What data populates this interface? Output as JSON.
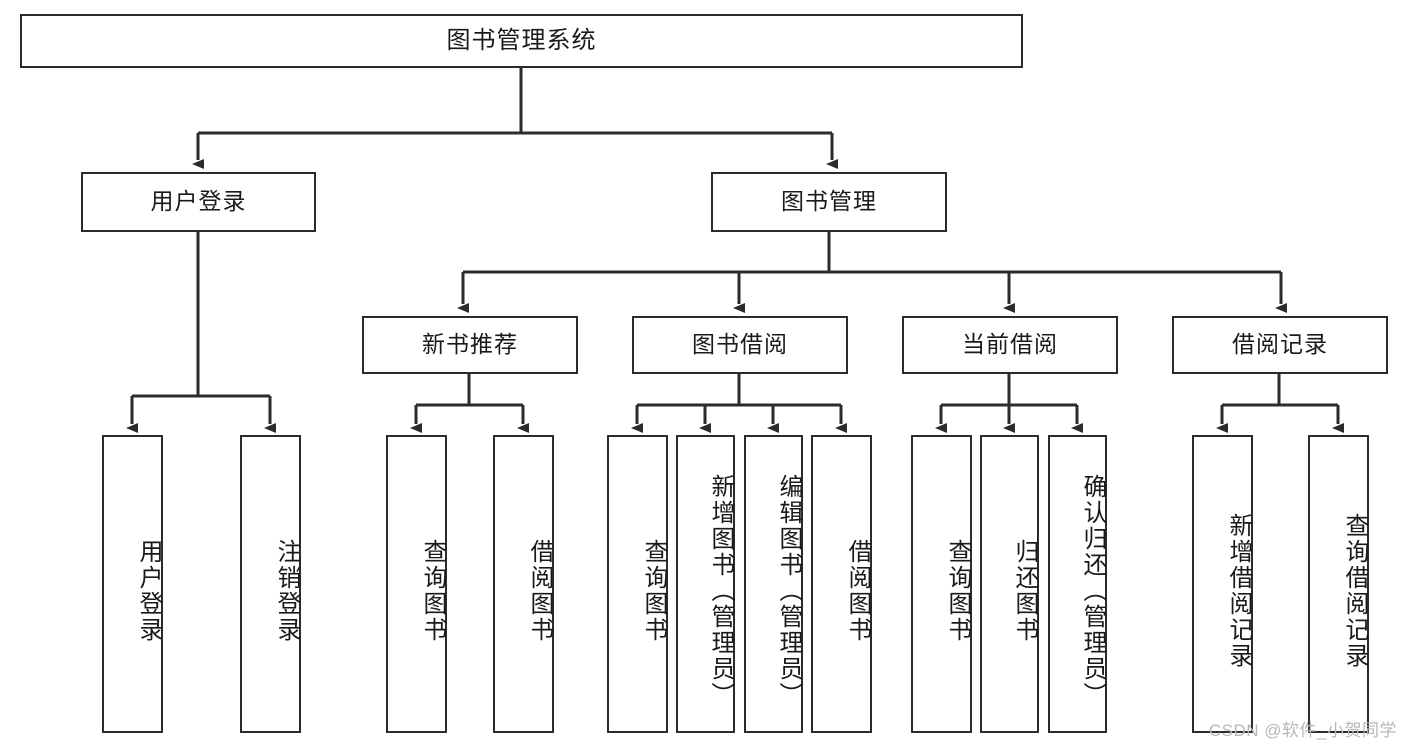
{
  "diagram": {
    "type": "tree-hierarchy",
    "title": "图书管理系统",
    "root": {
      "label": "图书管理系统"
    },
    "level2": [
      {
        "label": "用户登录"
      },
      {
        "label": "图书管理"
      }
    ],
    "level3": [
      {
        "label": "新书推荐",
        "parent": "图书管理"
      },
      {
        "label": "图书借阅",
        "parent": "图书管理"
      },
      {
        "label": "当前借阅",
        "parent": "图书管理"
      },
      {
        "label": "借阅记录",
        "parent": "图书管理"
      }
    ],
    "leaves": [
      {
        "label": "用户登录",
        "parent": "用户登录"
      },
      {
        "label": "注销登录",
        "parent": "用户登录"
      },
      {
        "label": "查询图书",
        "parent": "新书推荐"
      },
      {
        "label": "借阅图书",
        "parent": "新书推荐"
      },
      {
        "label": "查询图书",
        "parent": "图书借阅"
      },
      {
        "label": "新增图书（管理员）",
        "parent": "图书借阅"
      },
      {
        "label": "编辑图书（管理员）",
        "parent": "图书借阅"
      },
      {
        "label": "借阅图书",
        "parent": "图书借阅"
      },
      {
        "label": "查询图书",
        "parent": "当前借阅"
      },
      {
        "label": "归还图书",
        "parent": "当前借阅"
      },
      {
        "label": "确认归还（管理员）",
        "parent": "当前借阅"
      },
      {
        "label": "新增借阅记录",
        "parent": "借阅记录"
      },
      {
        "label": "查询借阅记录",
        "parent": "借阅记录"
      }
    ],
    "colors": {
      "box_border": "#2b2b2b",
      "box_fill": "#ffffff",
      "connector": "#2b2b2b",
      "text": "#1a1a1a",
      "watermark": "#b7b7b7"
    }
  },
  "watermark": {
    "text": "CSDN @软件_小贺同学"
  }
}
